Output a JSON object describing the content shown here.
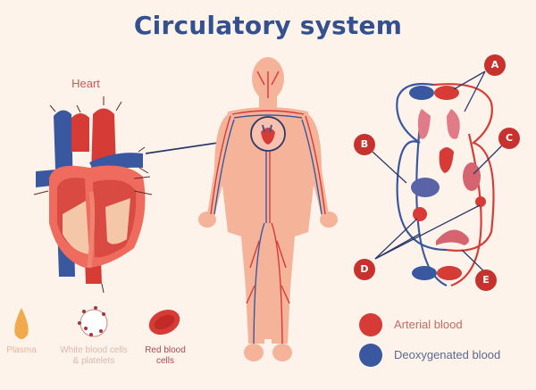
{
  "title": "Circulatory system",
  "heart": {
    "label": "Heart"
  },
  "colors": {
    "background": "#fdf3ea",
    "title": "#34508f",
    "arterial": "#d63b36",
    "deoxygenated": "#3a58a0",
    "skin": "#f5b49a",
    "badge": "#c8322e"
  },
  "blood_components": [
    {
      "name": "plasma",
      "label": "Plasma",
      "color": "#f0a94c"
    },
    {
      "name": "white-blood-cells",
      "label_line1": "White blood cells",
      "label_line2": "& platelets",
      "color": "#c88a80"
    },
    {
      "name": "red-blood-cells",
      "label_line1": "Red blood",
      "label_line2": "cells",
      "color": "#d63b36"
    }
  ],
  "legend": [
    {
      "label": "Arterial blood",
      "color": "#d63b36"
    },
    {
      "label": "Deoxygenated blood",
      "color": "#3a58a0"
    }
  ],
  "callouts": [
    "A",
    "B",
    "C",
    "D",
    "E"
  ]
}
